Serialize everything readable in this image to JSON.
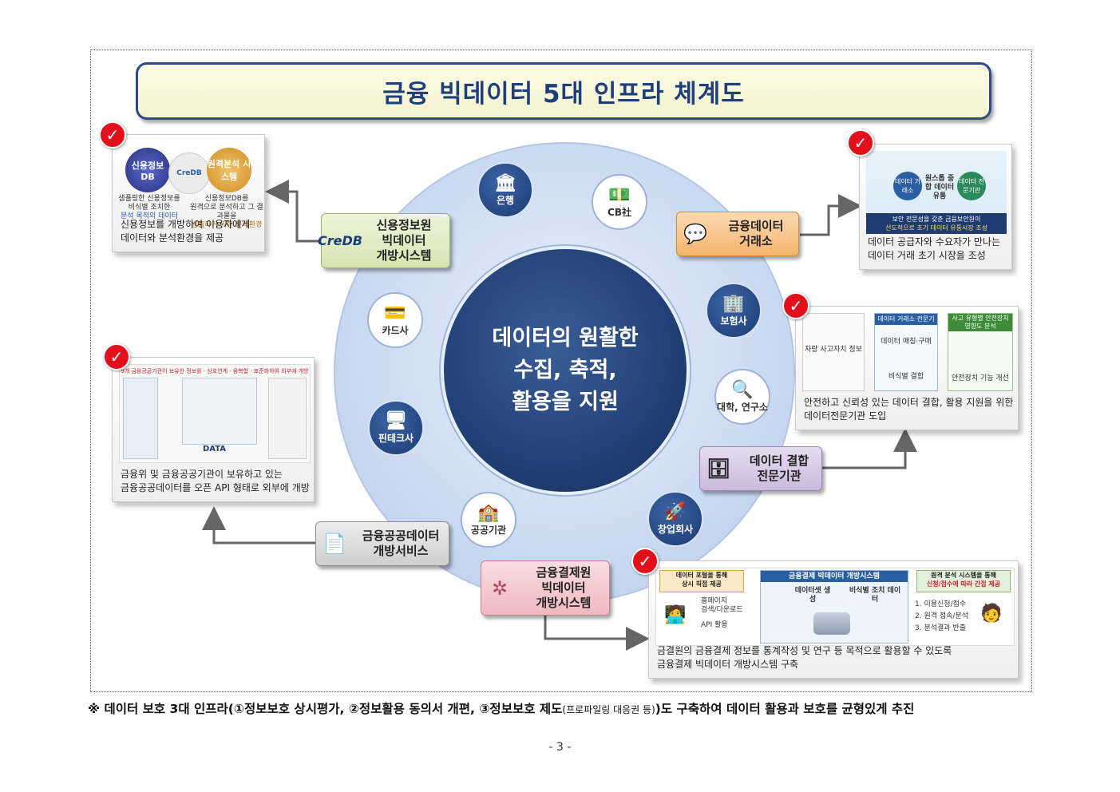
{
  "title": "금융 빅데이터 5대 인프라  체계도",
  "core_text": [
    "데이터의 원활한",
    "수집, 축적,",
    "활용을 지원"
  ],
  "institutions": [
    {
      "label": "은행",
      "icon": "bank-icon"
    },
    {
      "label": "CB社",
      "icon": "money-stack-icon"
    },
    {
      "label": "보험사",
      "icon": "building-icon"
    },
    {
      "label": "대학, 연구소",
      "icon": "magnifier-icon"
    },
    {
      "label": "창업회사",
      "icon": "rocket-icon"
    },
    {
      "label": "공공기관",
      "icon": "public-building-icon"
    },
    {
      "label": "핀테크사",
      "icon": "monitor-icon"
    },
    {
      "label": "카드사",
      "icon": "card-icon"
    }
  ],
  "nodes": {
    "credb": {
      "logo": "CreDB",
      "lines": [
        "신용정보원",
        "빅데이터",
        "개방시스템"
      ]
    },
    "exchange": {
      "lines": [
        "금융데이터",
        "거래소"
      ]
    },
    "combine": {
      "lines": [
        "데이터 결합",
        "전문기관"
      ]
    },
    "public": {
      "lines": [
        "금융공공데이터",
        "개방서비스"
      ]
    },
    "payment": {
      "lines": [
        "금융결제원",
        "빅데이터",
        "개방시스템"
      ]
    }
  },
  "cards": {
    "credb": {
      "desc": [
        "신용정보를 개방하여 이용자에게",
        "데이터와 분석환경을 제공"
      ],
      "left_circle": "신용정보 DB",
      "right_circle": "원격분석 시스템",
      "center_logo": "CreDB",
      "left_caption": [
        "샘플링한 신용정보를",
        "비식별 조치한",
        "분석 목적의 데이터"
      ],
      "right_caption": [
        "신용정보DB를",
        "원격으로 분석하고 그 결과물을",
        "반출하기 위한 분석환경"
      ]
    },
    "exchange": {
      "desc": [
        "데이터 공급자와 수요자가 만나는",
        "데이터 거래 초기 시장을 조성"
      ],
      "center_left": "데이터 거래소",
      "center_mid": "원스톱 중합 데이터 유통",
      "center_right": "데이터 전문기관",
      "bar": [
        "보안 전문성을 갖춘 금융보안원이",
        "선도적으로 초기 데이터 유통시장 조성"
      ]
    },
    "combine": {
      "desc": [
        "안전하고 신뢰성 있는 데이터 결합, 활용 지원을 위한",
        "데이터전문기관  도입"
      ],
      "col1": "자량 사고자치 정보",
      "col2_header": "데이터 거래소·전문기관",
      "col2_mid": "데이터 매칭·구매",
      "col2_bottom": "비식별 결합",
      "col3_header": "사고 유형별 안전장치 영향도 분석",
      "col3_bottom": "안전장치 기능 개선"
    },
    "public": {
      "desc": [
        "금융위 및 금융공공기관이 보유하고 있는",
        "금융공공데이터를 오픈 API 형태로 외부에 개방"
      ],
      "header": "9개 금융공공기관이 보유한 정보를 · 상호연계 · 융복합 · 표준화하여 외부에 개방",
      "logo": "DATA"
    },
    "payment": {
      "desc": [
        "금결원의 금융결제 정보를 통계작성 및 연구 등 목적으로 활용할 수 있도록",
        "금융결제 빅데이터 개방시스템 구축"
      ],
      "header": "금융결제 빅데이터 개방시스템",
      "left_box": [
        "데이터 포털을 통해",
        "상시 직접 제공"
      ],
      "right_box": [
        "원격 분석 시스템을 통해",
        "신청/접수에 따라 간접 제공"
      ],
      "left_items": [
        "홈페이지",
        "검색/다운로드",
        "API 활용"
      ],
      "mid_items": [
        "데이터셋 생성",
        "비식별 조치 데이터"
      ],
      "right_items": [
        "1. 이용신청/접수",
        "2. 원격 접속/분석",
        "3. 분석결과 반출"
      ]
    }
  },
  "footnote": {
    "prefix": "※ 데이터 보호 3대 인프라(",
    "item1": "①정보보호 상시평가, ",
    "item2": "②정보활용 동의서 개편, ",
    "item3": "③정보보호 제도",
    "small": "(프로파일링 대응권 등)",
    "suffix": ")도  구축하여 데이터 활용과 보호를 균형있게 추진"
  },
  "page_number": "- 3 -",
  "colors": {
    "title_border": "#2d4a86",
    "core": "#1f3c70",
    "check": "#e3101b",
    "credb_node": "#dfeac3",
    "exchange_node": "#f8c790",
    "combine_node": "#d8cbe6",
    "public_node": "#d9d9d9",
    "payment_node": "#f3c9cf"
  }
}
